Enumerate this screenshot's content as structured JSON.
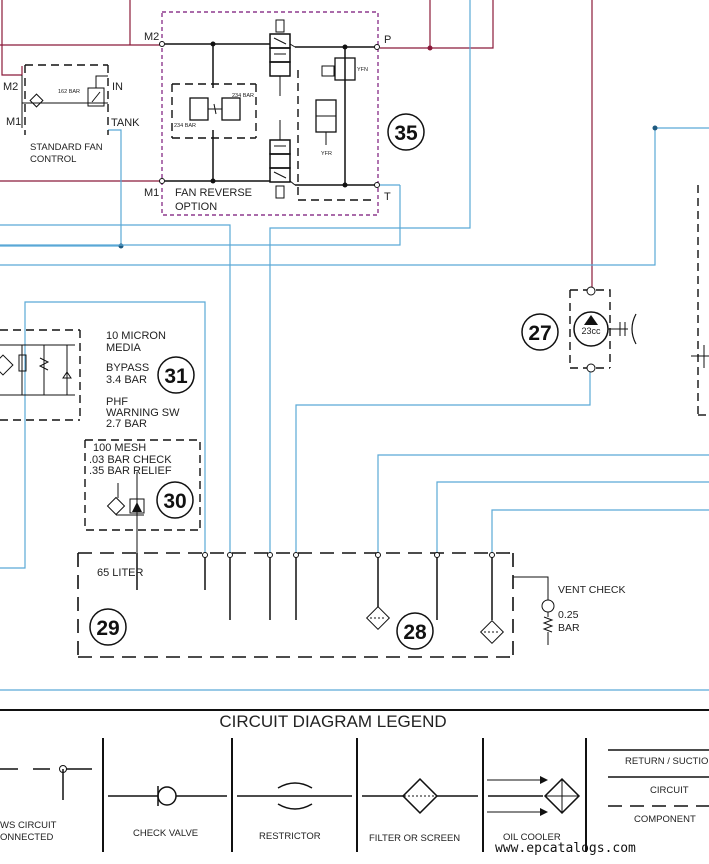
{
  "fan_control": {
    "title_line1": "STANDARD FAN",
    "title_line2": "CONTROL",
    "m2": "M2",
    "m1": "M1",
    "in": "IN",
    "tank": "TANK",
    "relief": "162 BAR"
  },
  "fan_reverse": {
    "title_line1": "FAN REVERSE",
    "title_line2": "OPTION",
    "m2": "M2",
    "m1": "M1",
    "p": "P",
    "t": "T",
    "relief_a": "234 BAR",
    "relief_b": "234 BAR",
    "yfn": "YFN",
    "yfr": "YFR",
    "number": "35"
  },
  "pump": {
    "number": "27",
    "displacement": "23cc"
  },
  "filter": {
    "line1": "10 MICRON",
    "line2": "MEDIA",
    "line3": "BYPASS",
    "line4": "3.4 BAR",
    "line5": "PHF",
    "line6": "WARNING SW",
    "line7": "2.7 BAR",
    "number": "31"
  },
  "strainer": {
    "line1": "100 MESH",
    "line2": ".03 BAR CHECK",
    "line3": ".35 BAR RELIEF",
    "number": "30"
  },
  "tank": {
    "capacity": "65 LITER",
    "number": "29",
    "screen_number": "28"
  },
  "vent_check": {
    "line1": "VENT CHECK",
    "line2": "0.25",
    "line3": "BAR"
  },
  "legend": {
    "title": "CIRCUIT DIAGRAM LEGEND",
    "items": [
      {
        "line1": "WS CIRCUIT",
        "line2": "ONNECTED"
      },
      {
        "line1": "CHECK VALVE",
        "line2": ""
      },
      {
        "line1": "RESTRICTOR",
        "line2": ""
      },
      {
        "line1": "FILTER OR SCREEN",
        "line2": ""
      },
      {
        "line1": "OIL COOLER",
        "line2": ""
      }
    ],
    "line_types": [
      "RETURN / SUCTION",
      "CIRCUIT",
      "COMPONENT"
    ]
  },
  "watermark": "www.epcatalogs.com"
}
